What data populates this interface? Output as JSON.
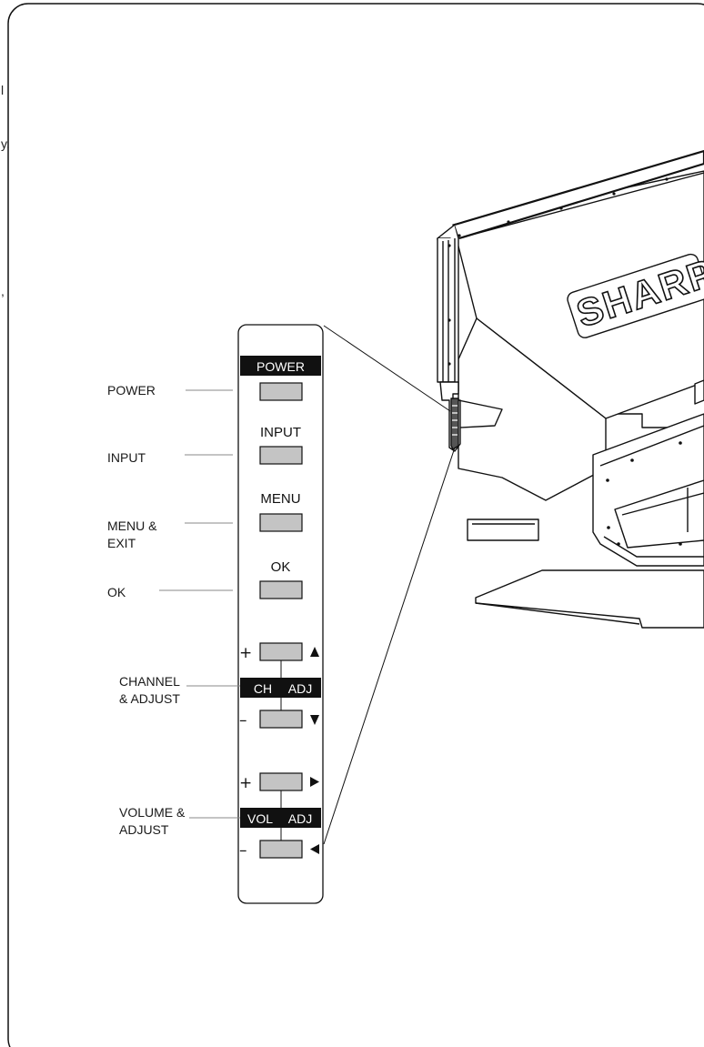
{
  "page_fragments": [
    "l",
    "y.",
    ","
  ],
  "tv": {
    "brand_logo": "SHARP"
  },
  "panel": {
    "power": {
      "tag": "POWER",
      "callout": "POWER"
    },
    "input": {
      "label": "INPUT",
      "callout": "INPUT"
    },
    "menu": {
      "label": "MENU",
      "callout_line1": "MENU &",
      "callout_line2": "EXIT"
    },
    "ok": {
      "label": "OK",
      "callout": "OK"
    },
    "channel": {
      "tag_left": "CH",
      "tag_right": "ADJ",
      "plus": "+",
      "minus": "–",
      "callout_line1": "CHANNEL",
      "callout_line2": "& ADJUST"
    },
    "volume": {
      "tag_left": "VOL",
      "tag_right": "ADJ",
      "plus": "+",
      "minus": "–",
      "callout_line1": "VOLUME &",
      "callout_line2": "ADJUST"
    }
  },
  "colors": {
    "button_fill": "#c4c4c4",
    "tag_fill": "#111111",
    "line": "#111111"
  }
}
